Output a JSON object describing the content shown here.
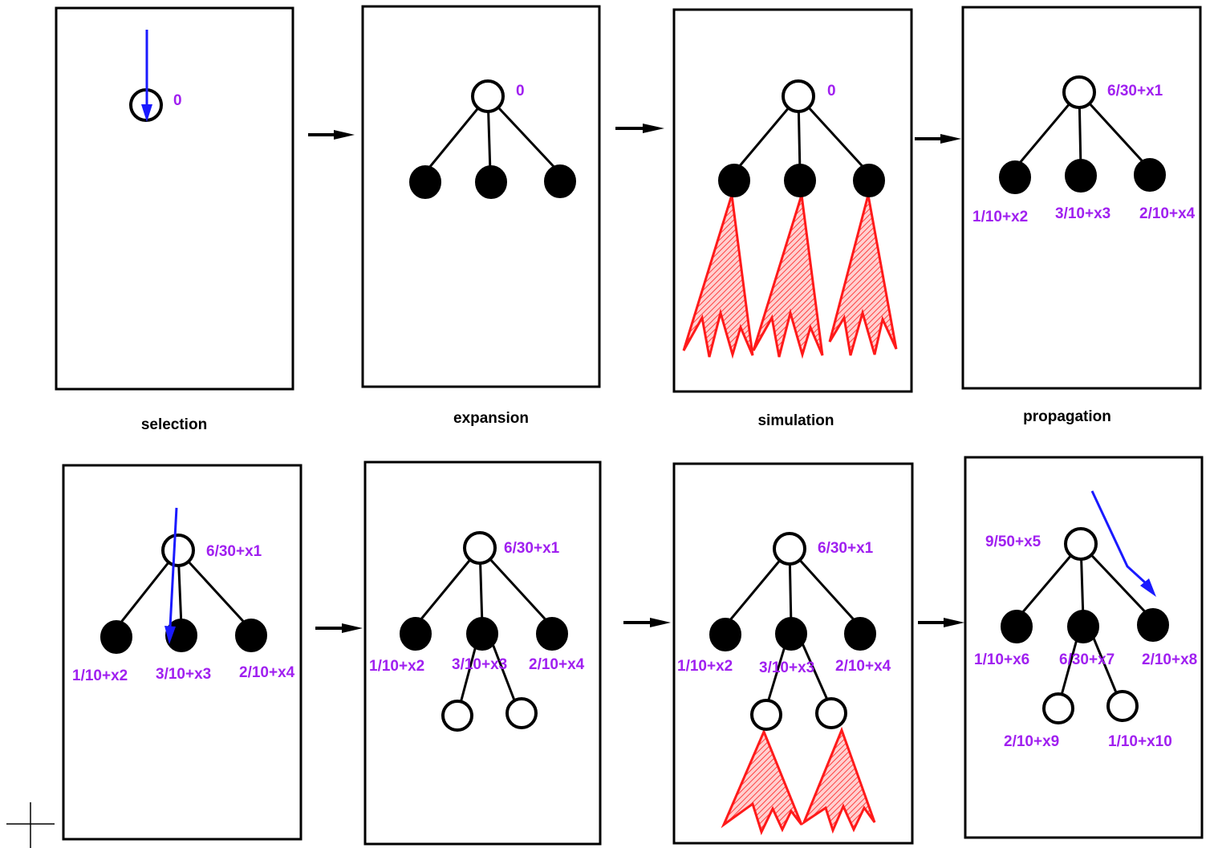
{
  "captions": {
    "selection": "selection",
    "expansion": "expansion",
    "simulation": "simulation",
    "propagation": "propagation"
  },
  "colors": {
    "label": "#a020f0",
    "arrow": "#1a1aff",
    "simulation": "#ff1a1a"
  },
  "row1": {
    "p1": {
      "root": "0"
    },
    "p2": {
      "root": "0"
    },
    "p3": {
      "root": "0"
    },
    "p4": {
      "root": "6/30+x1",
      "c1": "1/10+x2",
      "c2": "3/10+x3",
      "c3": "2/10+x4"
    }
  },
  "row2": {
    "p1": {
      "root": "6/30+x1",
      "c1": "1/10+x2",
      "c2": "3/10+x3",
      "c3": "2/10+x4"
    },
    "p2": {
      "root": "6/30+x1",
      "c1": "1/10+x2",
      "c2": "3/10+x3",
      "c3": "2/10+x4"
    },
    "p3": {
      "root": "6/30+x1",
      "c1": "1/10+x2",
      "c2": "3/10+x3",
      "c3": "2/10+x4"
    },
    "p4": {
      "root": "9/50+x5",
      "c1": "1/10+x6",
      "c2": "6/30+x7",
      "c3": "2/10+x8",
      "g1": "2/10+x9",
      "g2": "1/10+x10"
    }
  }
}
